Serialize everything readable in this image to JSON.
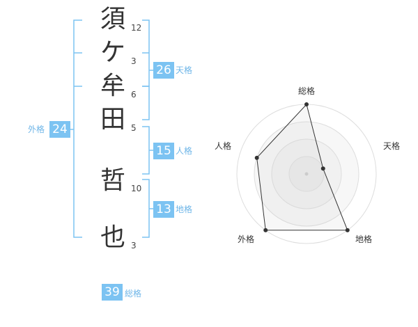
{
  "name_characters": [
    {
      "char": "須",
      "strokes": "12"
    },
    {
      "char": "ケ",
      "strokes": "3"
    },
    {
      "char": "牟",
      "strokes": "6"
    },
    {
      "char": "田",
      "strokes": "5"
    },
    {
      "char": "哲",
      "strokes": "10"
    },
    {
      "char": "也",
      "strokes": "3"
    }
  ],
  "fortunes": {
    "tenkaku": {
      "value": "26",
      "label": "天格"
    },
    "jinkaku": {
      "value": "15",
      "label": "人格"
    },
    "chikaku": {
      "value": "13",
      "label": "地格"
    },
    "gaikaku": {
      "value": "24",
      "label": "外格"
    },
    "soukaku": {
      "value": "39",
      "label": "総格"
    }
  },
  "colors": {
    "accent": "#7cc3f2",
    "label": "#6fb6e8",
    "text": "#333333"
  },
  "chart_data": {
    "type": "radar",
    "axes": [
      "総格",
      "天格",
      "地格",
      "外格",
      "人格"
    ],
    "values": [
      4,
      1,
      4,
      4,
      3
    ],
    "scale_max": 4,
    "rings": 4,
    "grid": true
  }
}
